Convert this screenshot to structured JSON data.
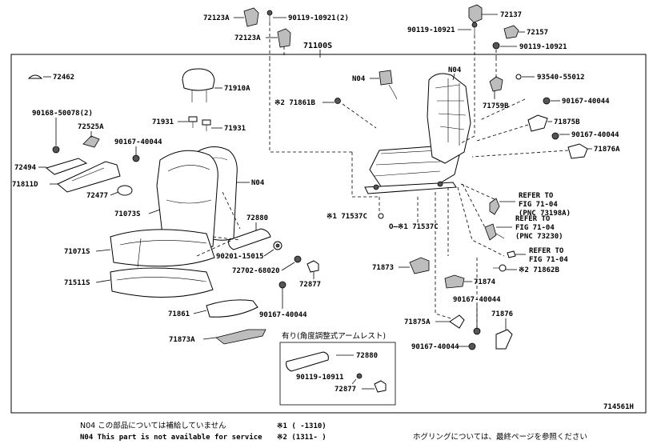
{
  "diagram_id": "714561H",
  "main_assembly": "71100S",
  "parts": {
    "p72123A_top": "72123A",
    "p90119_10921_2": "90119-10921(2)",
    "p72123A_2": "72123A",
    "p72137": "72137",
    "p90119_10921_a": "90119-10921",
    "p72157": "72157",
    "p90119_10921_b": "90119-10921",
    "p72462": "72462",
    "p71910A": "71910A",
    "pN04_top": "N04",
    "pN04_mid": "N04",
    "p93540_55012": "93540-55012",
    "p71861B": "※2 71861B",
    "p71759B": "71759B",
    "p90167_40044_r1": "90167-40044",
    "p90168_50078": "90168-50078(2)",
    "p71931_a": "71931",
    "p71931_b": "71931",
    "p71875B": "71875B",
    "p90167_40044_r2": "90167-40044",
    "p72525A": "72525A",
    "p90167_40044_l": "90167-40044",
    "p71876A": "71876A",
    "p72494": "72494",
    "p71811D": "71811D",
    "pN04_back": "N04",
    "p72477": "72477",
    "p71073S": "71073S",
    "p72880_a": "72880",
    "p71537C_a": "※1 71537C",
    "p71537C_b": "O—※1 71537C",
    "ref1_a": "REFER TO",
    "ref1_b": "FIG 71-04",
    "ref1_c": "(PNC 73198A)",
    "ref2_a": "REFER TO",
    "ref2_b": "FIG 71-04",
    "ref2_c": "(PNC 73230)",
    "ref3_a": "REFER TO",
    "ref3_b": "FIG 71-04",
    "p71071S": "71071S",
    "p90201_15015": "90201-15015",
    "p71873": "71873",
    "p72702_68020": "72702-68020",
    "p71862B": "※2 71862B",
    "p71511S": "71511S",
    "p72877_a": "72877",
    "p71874": "71874",
    "p90167_40044_c": "90167-40044",
    "p90167_40044_rb": "90167-40044",
    "p71861": "71861",
    "p71875A": "71875A",
    "p71876": "71876",
    "p71873A": "71873A",
    "p90167_40044_bb": "90167-40044",
    "p72880_b": "72880",
    "p90119_10911": "90119-10911",
    "p72877_b": "72877"
  },
  "inset": {
    "title": "有り(角度調整式アームレスト)"
  },
  "notes": {
    "n04_jp": "N04  この部品については補給していません",
    "n04_en": "N04  This part is not available for service",
    "mark1": "※1 (    -1310)",
    "mark2": "※2 (1311-    )",
    "hog": "ホグリングについては、最終ページを参照ください"
  }
}
